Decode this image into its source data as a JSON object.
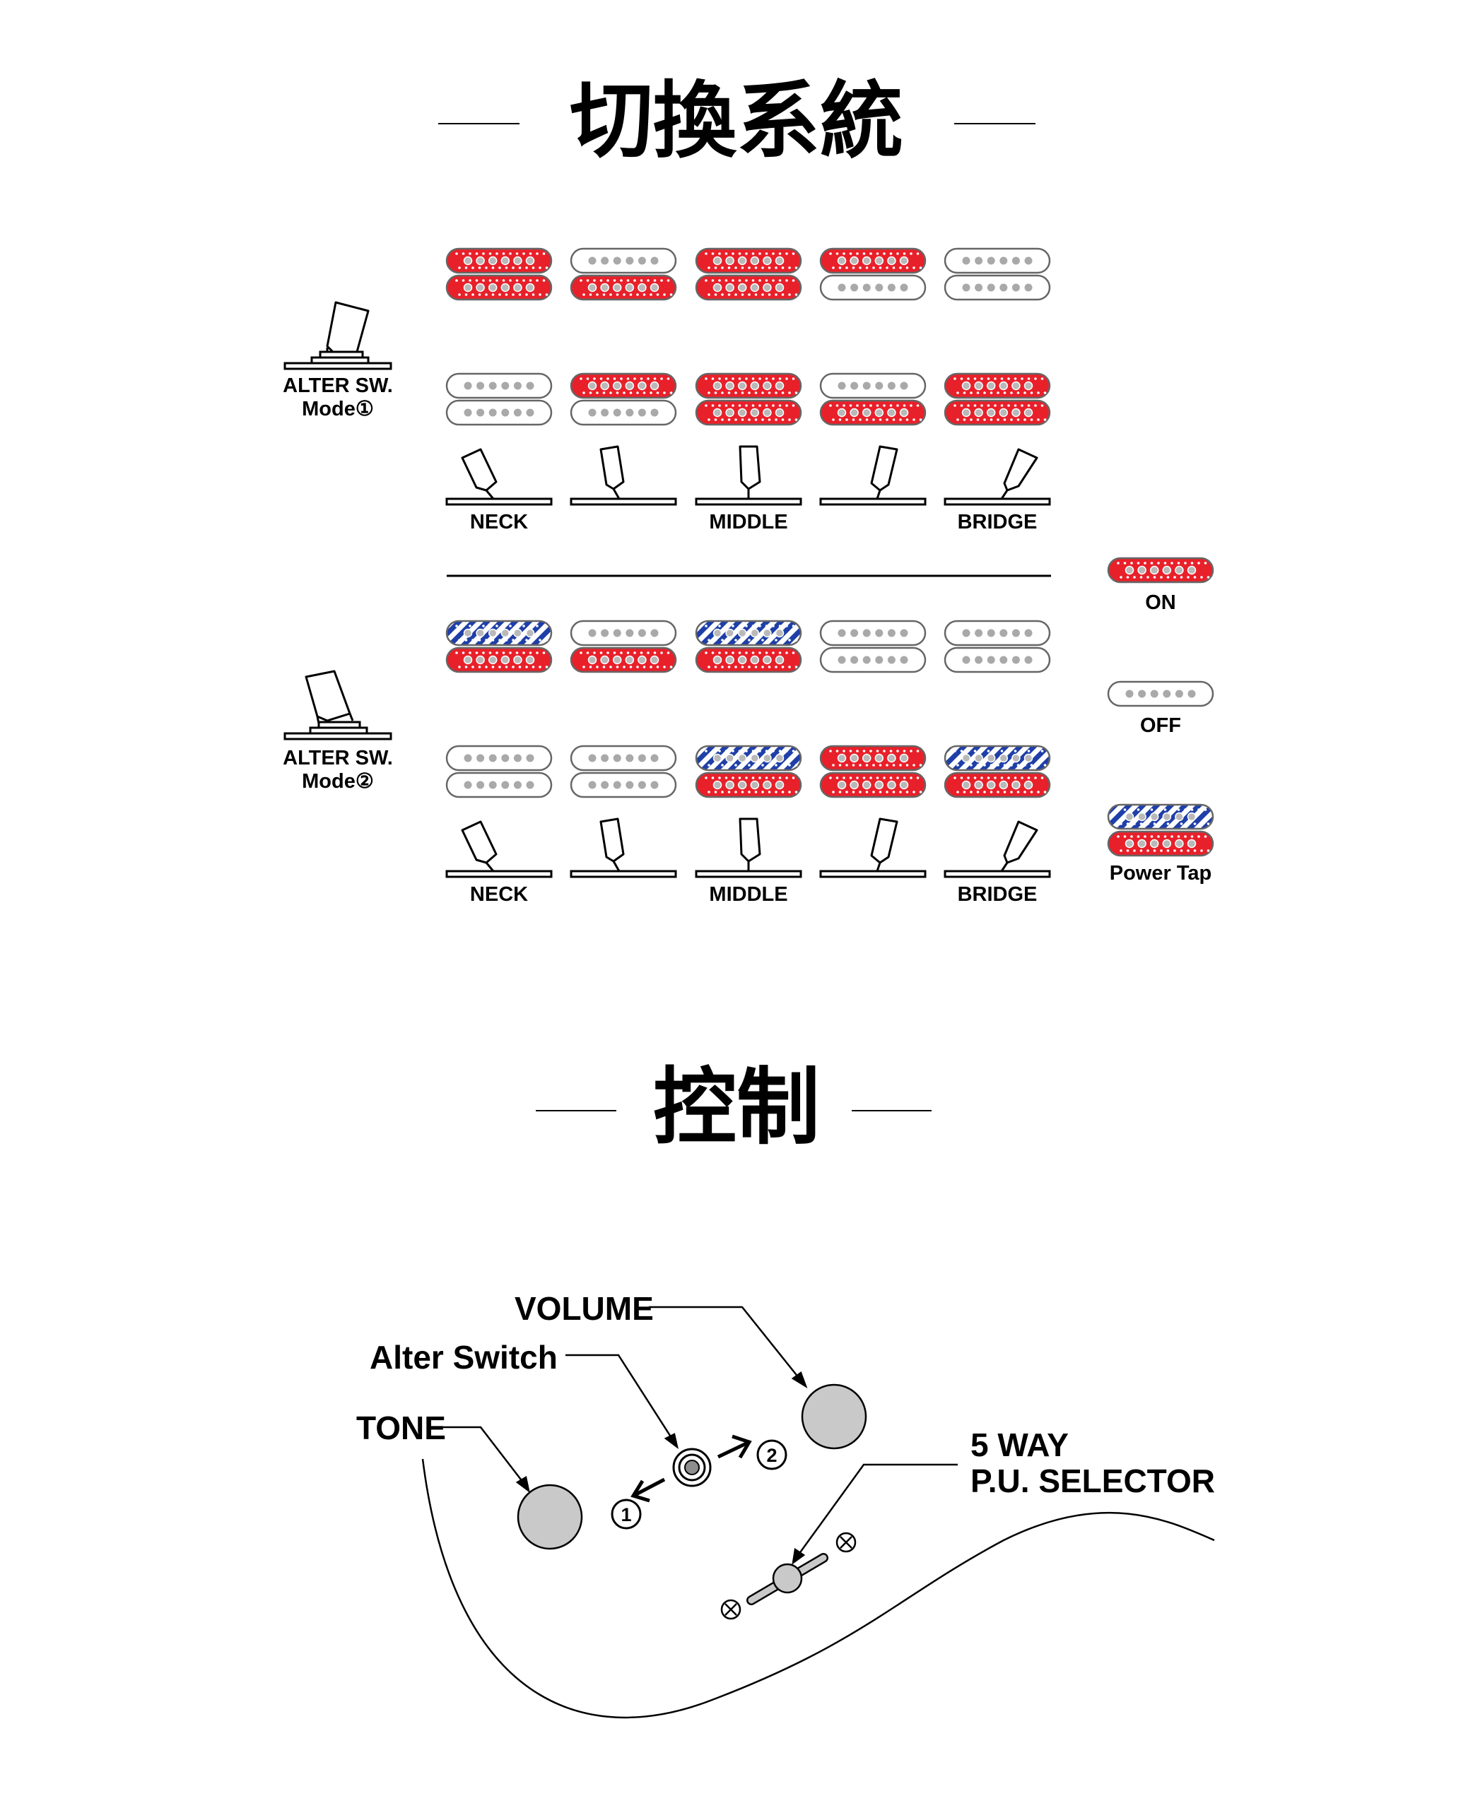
{
  "switching": {
    "title": "切換系統",
    "legend": {
      "on_label": "ON",
      "off_label": "OFF",
      "power_tap_label": "Power Tap"
    },
    "modes": [
      {
        "switch_label_line1": "ALTER SW.",
        "switch_label_line2": "Mode①",
        "positions": [
          {
            "pickups": [
              [
                "on",
                "on"
              ],
              [
                "off",
                "on"
              ],
              [
                "on",
                "on"
              ],
              [
                "on",
                "off"
              ],
              [
                "off",
                "off"
              ]
            ]
          },
          {
            "pickups": [
              [
                "off",
                "off"
              ],
              [
                "on",
                "off"
              ],
              [
                "on",
                "on"
              ],
              [
                "off",
                "on"
              ],
              [
                "on",
                "on"
              ]
            ]
          }
        ],
        "position_labels": [
          "NECK",
          "MIDDLE",
          "BRIDGE"
        ]
      },
      {
        "switch_label_line1": "ALTER SW.",
        "switch_label_line2": "Mode②",
        "positions": [
          {
            "pickups": [
              [
                "tap",
                "on"
              ],
              [
                "off",
                "on"
              ],
              [
                "tap",
                "on"
              ],
              [
                "off",
                "off"
              ],
              [
                "off",
                "off"
              ]
            ]
          },
          {
            "pickups": [
              [
                "off",
                "off"
              ],
              [
                "off",
                "off"
              ],
              [
                "tap",
                "on"
              ],
              [
                "on",
                "on"
              ],
              [
                "tap",
                "on"
              ]
            ]
          }
        ],
        "position_labels": [
          "NECK",
          "MIDDLE",
          "BRIDGE"
        ]
      }
    ],
    "colors": {
      "on": "#e8202a",
      "tap": "#1f3fa8",
      "off": "#ffffff",
      "pole_off": "#a9a9a9"
    }
  },
  "control": {
    "title": "控制",
    "labels": {
      "volume": "VOLUME",
      "alter_switch": "Alter Switch",
      "tone": "TONE",
      "selector_line1": "5 WAY",
      "selector_line2": "P.U. SELECTOR",
      "pos1": "1",
      "pos2": "2"
    },
    "colors": {
      "knob": "#c9c9c9"
    }
  }
}
